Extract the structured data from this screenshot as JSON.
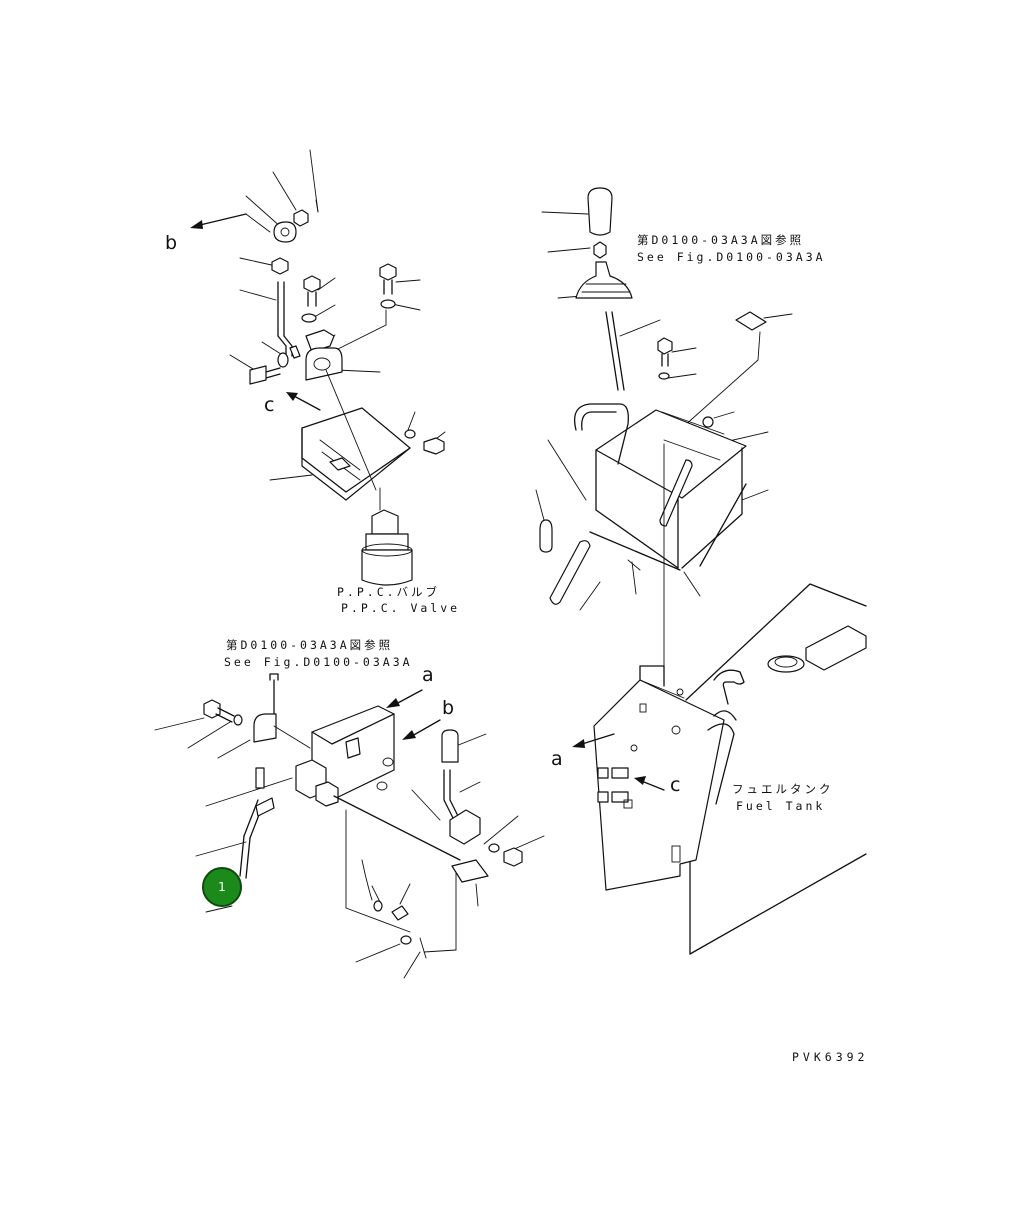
{
  "texts": {
    "see_fig_top_jp": "第D0100-03A3A図参照",
    "see_fig_top_en": "See Fig.D0100-03A3A",
    "ppc_valve_jp": "P.P.C.バルブ",
    "ppc_valve_en": "P.P.C. Valve",
    "see_fig_left_jp": "第D0100-03A3A図参照",
    "see_fig_left_en": "See Fig.D0100-03A3A",
    "fuel_tank_jp": "フュエルタンク",
    "fuel_tank_en": "Fuel Tank",
    "drawing_number": "PVK6392"
  },
  "view_letters": {
    "b_top": "b",
    "c_top": "c",
    "a_left": "a",
    "b_left": "b",
    "a_right": "a",
    "c_right": "c"
  },
  "callouts": [
    {
      "number": "1",
      "color": "#1b8a1b"
    }
  ],
  "colors": {
    "ink": "#111111",
    "callout": "#1b8a1b"
  }
}
